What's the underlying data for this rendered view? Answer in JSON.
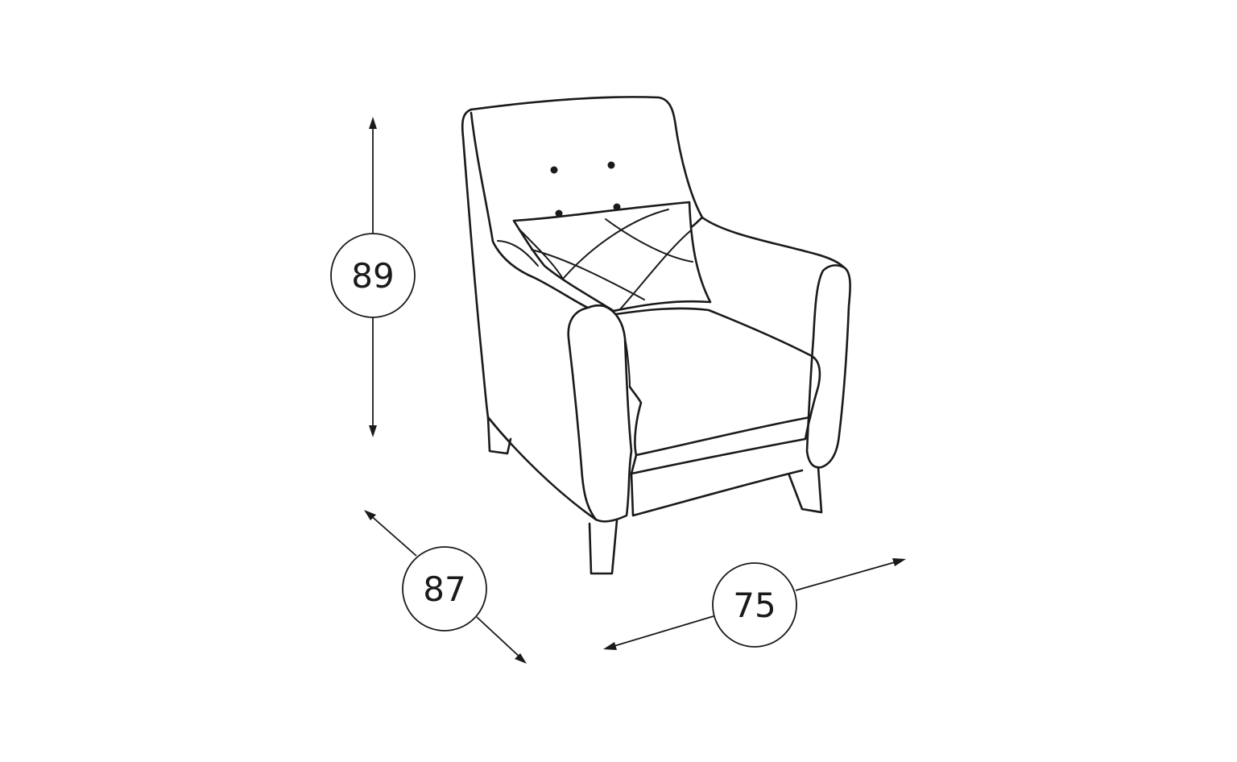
{
  "dimensions": {
    "height": "89",
    "depth": "87",
    "width": "75"
  },
  "colors": {
    "line": "#1a1a1a",
    "background": "#ffffff"
  }
}
